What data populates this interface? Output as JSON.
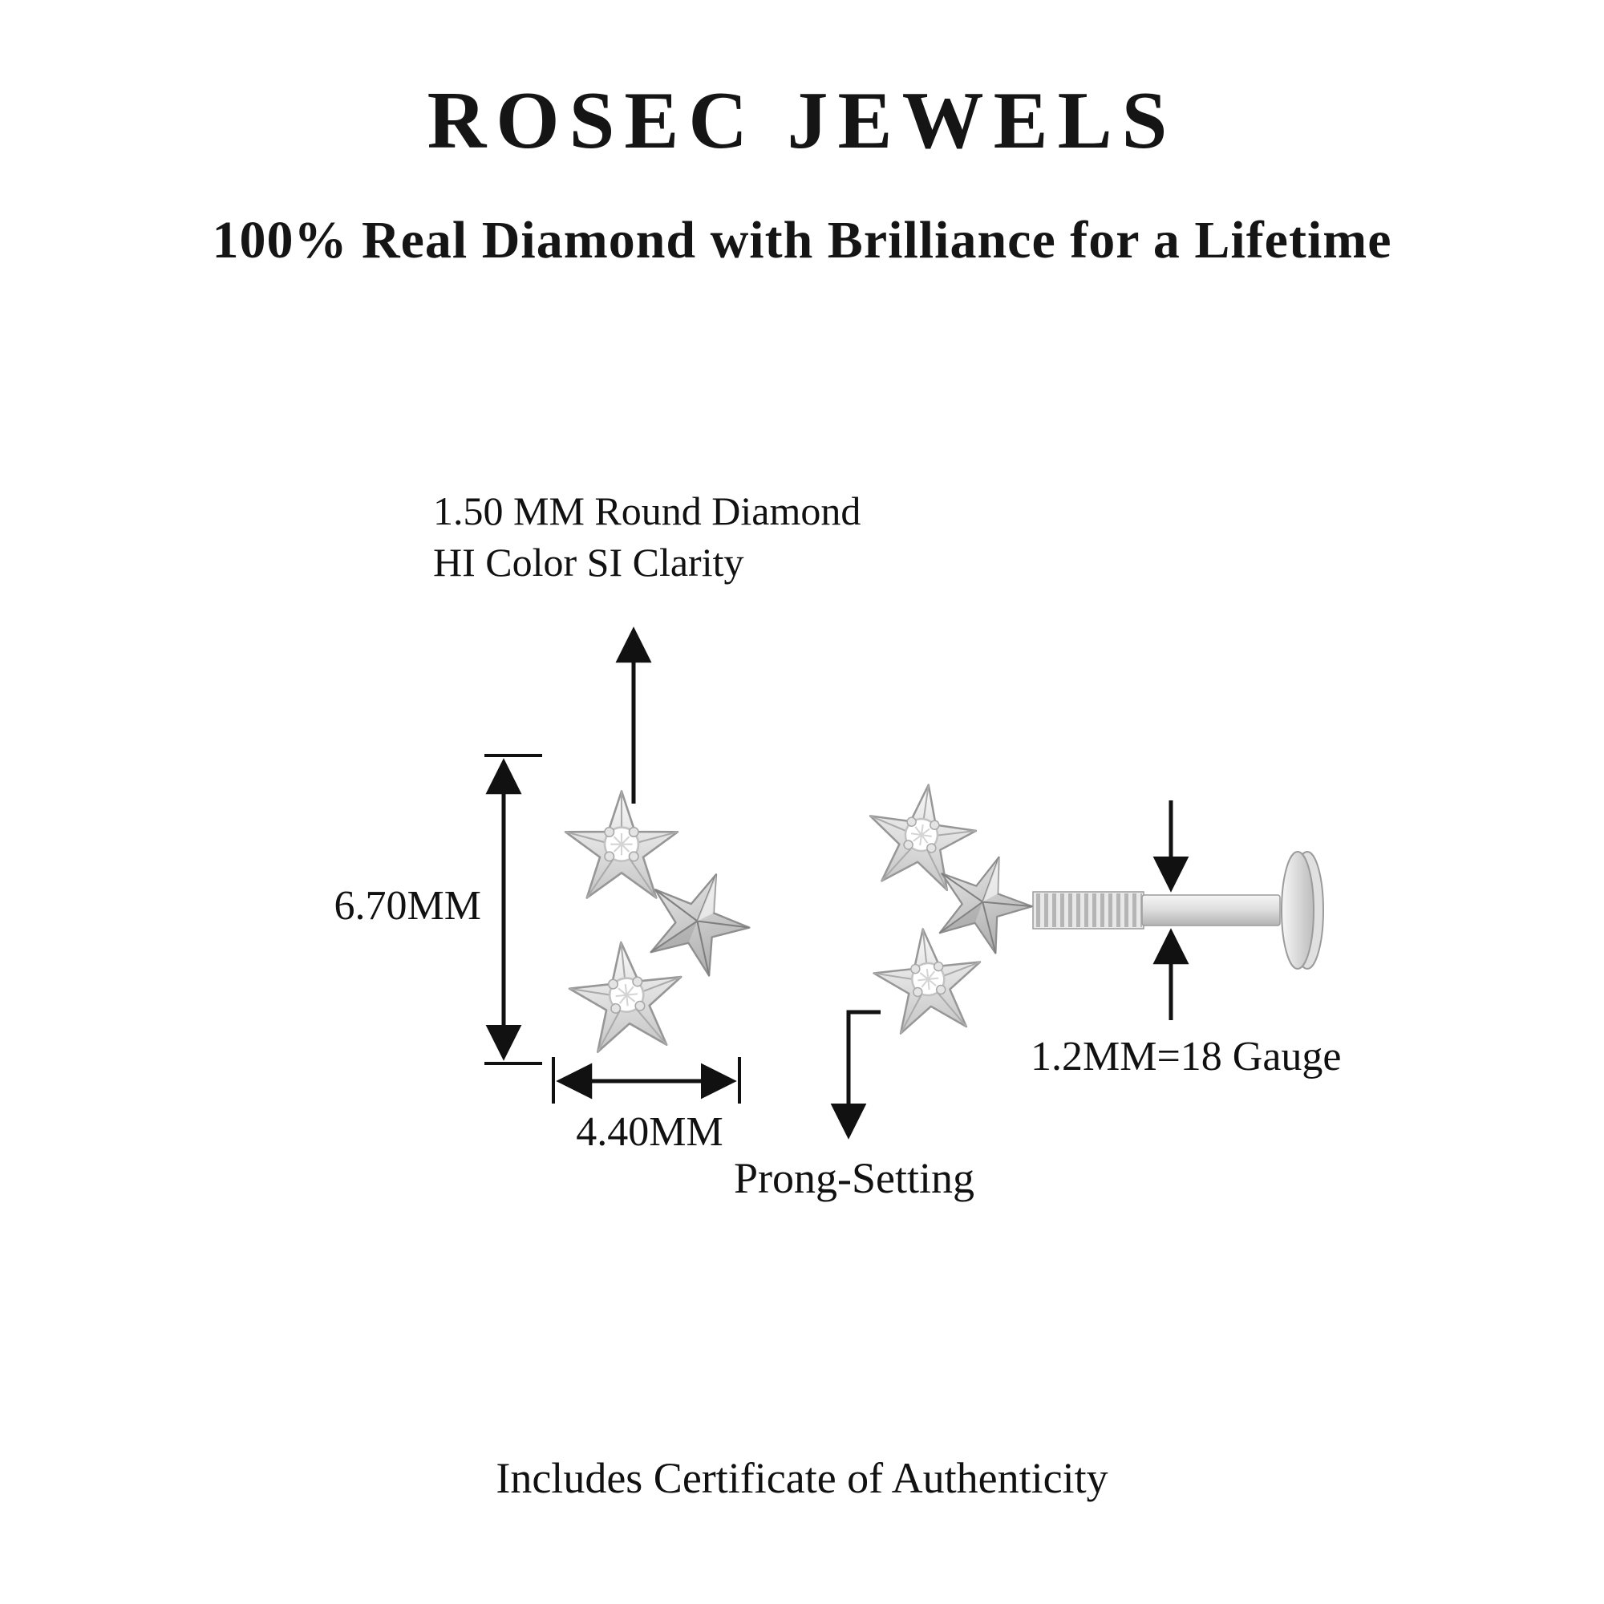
{
  "brand": {
    "title": "ROSEC JEWELS",
    "subtitle": "100% Real Diamond with Brilliance for a Lifetime"
  },
  "diagram": {
    "diamond_spec": {
      "line1": "1.50 MM Round Diamond",
      "line2": "HI Color SI Clarity"
    },
    "dimensions": {
      "height": "6.70MM",
      "width": "4.40MM",
      "post_gauge": "1.2MM=18 Gauge"
    },
    "setting_label": "Prong-Setting"
  },
  "footer": {
    "note": "Includes Certificate of Authenticity"
  },
  "colors": {
    "text": "#111111",
    "background": "#ffffff",
    "metal_light": "#f7f7f7",
    "metal_mid": "#d6d6d6",
    "metal_dark": "#9a9a9a",
    "arrow": "#111111"
  }
}
